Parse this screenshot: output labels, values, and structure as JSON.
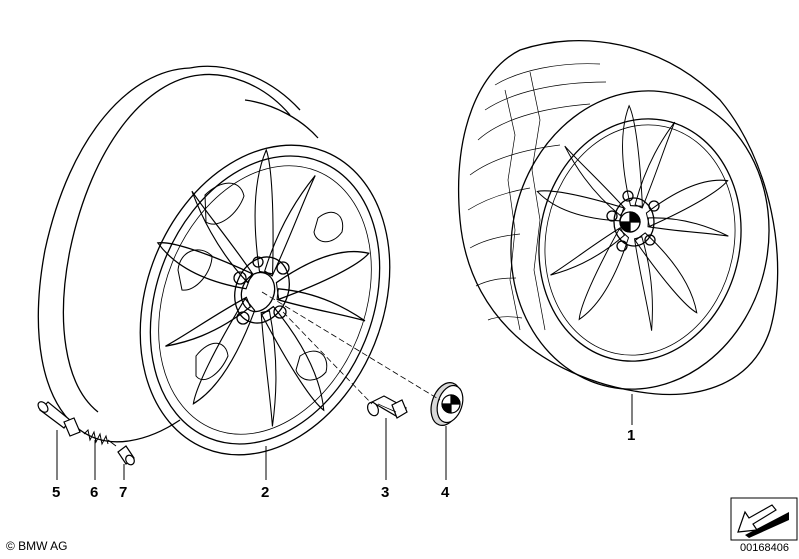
{
  "parts": [
    {
      "number": "1"
    },
    {
      "number": "2"
    },
    {
      "number": "3"
    },
    {
      "number": "4"
    },
    {
      "number": "5"
    },
    {
      "number": "6"
    },
    {
      "number": "7"
    }
  ],
  "copyright": "© BMW AG",
  "image_id": "00168406"
}
